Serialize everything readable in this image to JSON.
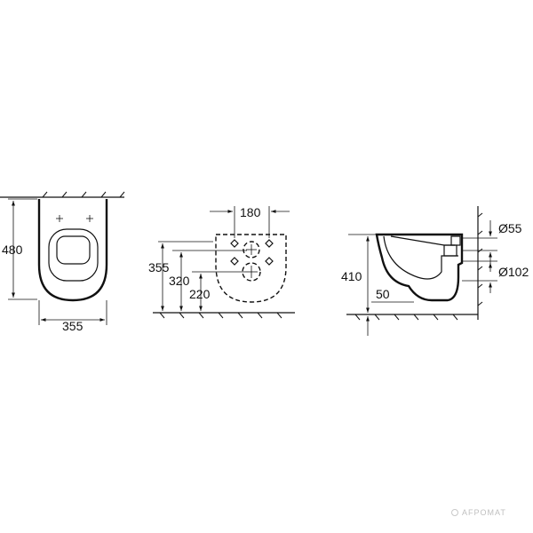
{
  "dimensions": {
    "top_view": {
      "height": "480",
      "width": "355"
    },
    "front_view": {
      "spacing": "180",
      "overall": "355",
      "upper": "320",
      "lower": "220"
    },
    "side_view": {
      "height": "410",
      "offset": "50",
      "inlet_diameter": "Ø55",
      "outlet_diameter": "Ø102"
    }
  },
  "watermark": "AFPOMAT"
}
